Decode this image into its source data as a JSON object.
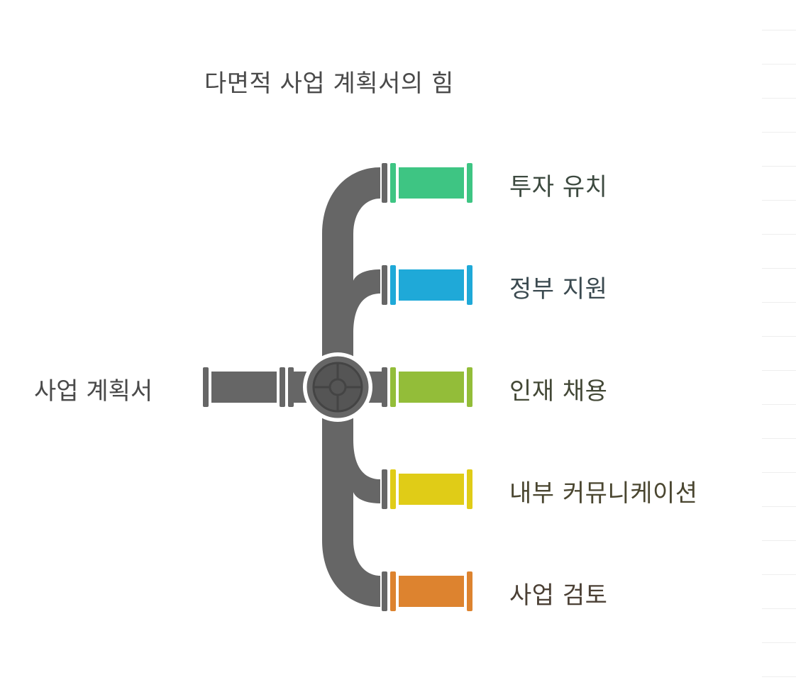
{
  "title": "다면적 사업 계획서의 힘",
  "source": {
    "label": "사업 계획서",
    "color": "#666666"
  },
  "branches": [
    {
      "label": "투자 유치",
      "color": "#3ec583",
      "text_color": "#3d4a40"
    },
    {
      "label": "정부 지원",
      "color": "#1fa9d8",
      "text_color": "#3b4a50"
    },
    {
      "label": "인재 채용",
      "color": "#93bd39",
      "text_color": "#434836"
    },
    {
      "label": "내부 커뮤니케이션",
      "color": "#e0cc17",
      "text_color": "#4a4630"
    },
    {
      "label": "사업 검토",
      "color": "#dd832f",
      "text_color": "#4b4035"
    }
  ],
  "valve": {
    "icon": "valve-icon"
  },
  "pipe_color": "#666666"
}
